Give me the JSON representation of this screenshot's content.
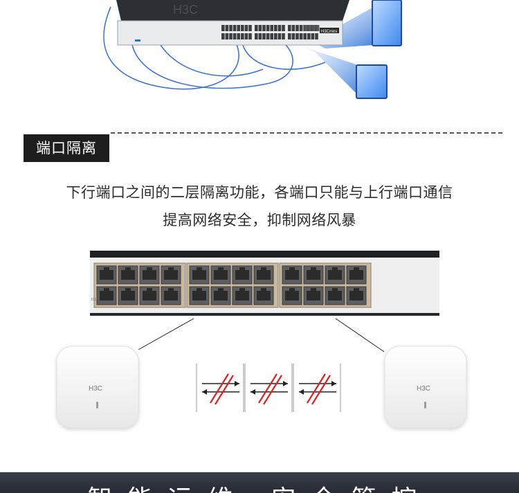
{
  "top_switch": {
    "brand": "H3C",
    "front_brand": "H3Cmini"
  },
  "section": {
    "tag": "端口隔离"
  },
  "description": {
    "line1": "下行端口之间的二层隔离功能，各端口只能与上行端口通信",
    "line2": "提高网络安全，抑制网络风暴"
  },
  "ap_devices": [
    {
      "brand": "H3C"
    },
    {
      "brand": "H3C"
    }
  ],
  "blocked_links": {
    "count": 3,
    "color": "#e02020"
  },
  "next_banner": {
    "text": "智能运维 安全管控"
  },
  "colors": {
    "accent_blue": "#2d6fd6",
    "tag_bg": "#1e1e1e",
    "block_red": "#e02020"
  }
}
